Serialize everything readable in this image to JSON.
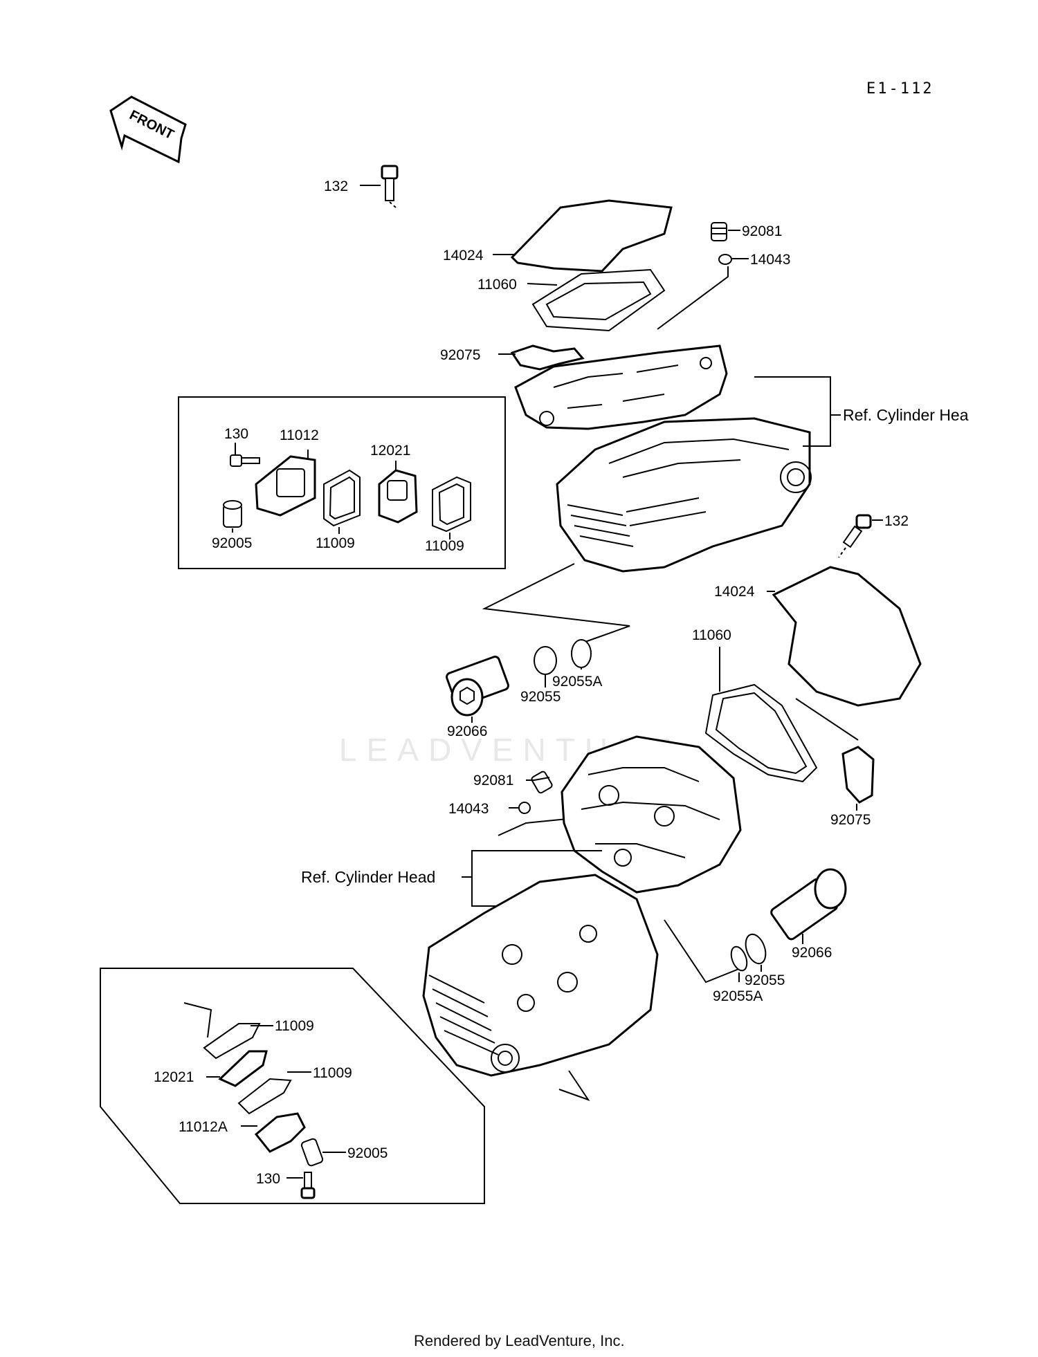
{
  "diagram_code": "E1-112",
  "front_arrow_label": "FRONT",
  "watermark": "LEADVENTURE",
  "footer": "Rendered by LeadVenture, Inc.",
  "refs": {
    "rear_cylinder_head": "Ref. Cylinder Hea",
    "front_cylinder_head": "Ref. Cylinder Head"
  },
  "labels": {
    "bolt_132_top": "132",
    "cover_14024_top": "14024",
    "gasket_11060_top": "11060",
    "plug_92081_top": "92081",
    "pin_14043_top": "14043",
    "cap_92075_top": "92075",
    "bolt_130_upper": "130",
    "holder_11012": "11012",
    "valve_12021_upper": "12021",
    "pipe_92005_upper": "92005",
    "gasket_11009_upper_a": "11009",
    "gasket_11009_upper_b": "11009",
    "bolt_132_right": "132",
    "cover_14024_right": "14024",
    "gasket_11060_right": "11060",
    "oring_92055A_upper": "92055A",
    "oring_92055_upper": "92055",
    "pipe_92066_upper": "92066",
    "plug_92081_mid": "92081",
    "pin_14043_mid": "14043",
    "cap_92075_right": "92075",
    "pipe_92066_lower": "92066",
    "oring_92055_lower": "92055",
    "oring_92055A_lower": "92055A",
    "gasket_11009_lower_a": "11009",
    "valve_12021_lower": "12021",
    "gasket_11009_lower_b": "11009",
    "holder_11012A": "11012A",
    "pipe_92005_lower": "92005",
    "bolt_130_lower": "130"
  }
}
